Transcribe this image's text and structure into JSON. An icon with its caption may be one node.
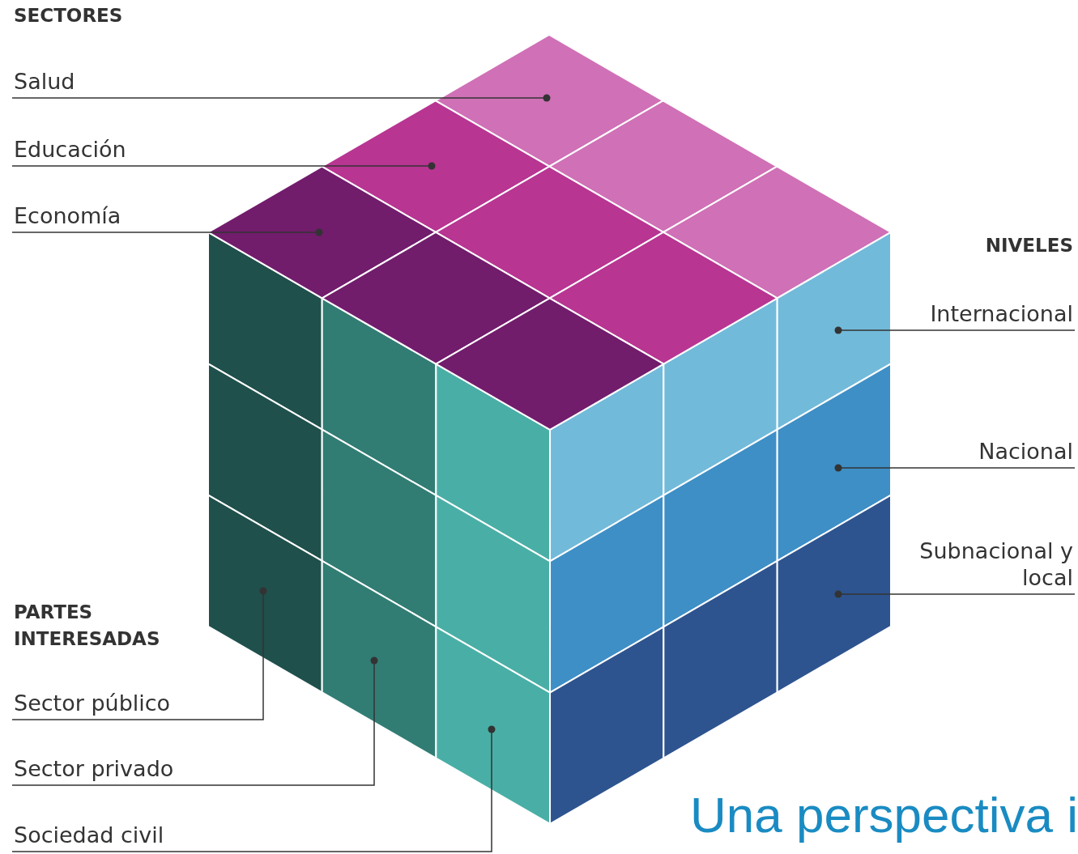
{
  "diagram": {
    "nodes": [
      {
        "text": [
          "Salud"
        ]
      },
      {
        "text": [
          "Educación"
        ]
      },
      {
        "text": [
          "Economía"
        ]
      },
      {
        "text": [
          "Internacional"
        ]
      },
      {
        "text": [
          "Nacional"
        ]
      },
      {
        "text": [
          "Subnacional y local"
        ]
      },
      {
        "text": [
          "Sector público"
        ]
      },
      {
        "text": [
          "Sector privado"
        ]
      },
      {
        "text": [
          "Sociedad civil"
        ]
      }
    ],
    "edges": [
      {
        "from": 0,
        "to": null,
        "arrow": "other"
      },
      {
        "from": 1,
        "to": null,
        "arrow": "other"
      },
      {
        "from": 2,
        "to": null,
        "arrow": "other"
      },
      {
        "from": 3,
        "to": null,
        "arrow": "other"
      },
      {
        "from": 4,
        "to": null,
        "arrow": "other"
      },
      {
        "from": 5,
        "to": null,
        "arrow": "other"
      },
      {
        "from": 6,
        "to": null,
        "arrow": "other"
      },
      {
        "from": 7,
        "to": null,
        "arrow": "other"
      },
      {
        "from": 8,
        "to": null,
        "arrow": "other"
      }
    ],
    "labels": [
      "SECTORES",
      "NIVELES",
      "PARTES INTERESADAS",
      "Una perspectiva i"
    ]
  }
}
